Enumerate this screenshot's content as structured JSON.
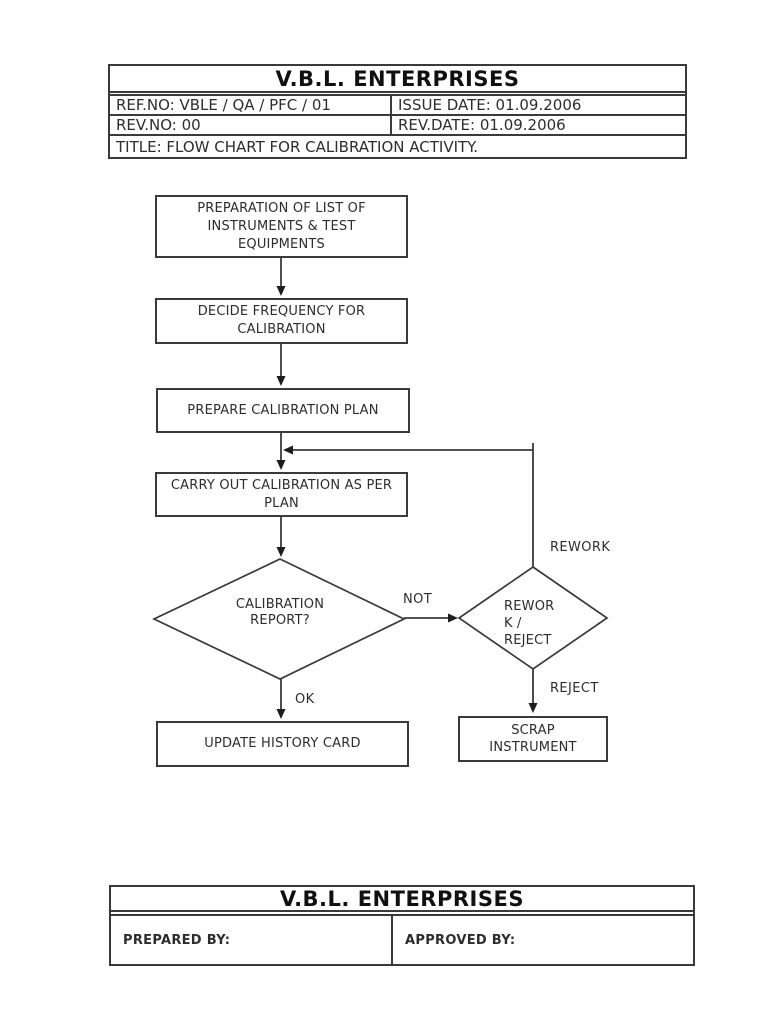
{
  "document": {
    "header": {
      "company": "V.B.L. ENTERPRISES",
      "ref_no": "REF.NO: VBLE / QA / PFC / 01",
      "issue_date": "ISSUE DATE: 01.09.2006",
      "rev_no": "REV.NO: 00",
      "rev_date": "REV.DATE: 01.09.2006",
      "title": "TITLE: FLOW CHART FOR CALIBRATION ACTIVITY."
    },
    "flowchart": {
      "step1": {
        "lines": [
          "PREPARATION OF LIST OF",
          "INSTRUMENTS & TEST",
          "EQUIPMENTS"
        ]
      },
      "step2": {
        "lines": [
          "DECIDE FREQUENCY FOR",
          "CALIBRATION"
        ]
      },
      "step3": {
        "lines": [
          "PREPARE CALIBRATION PLAN"
        ]
      },
      "step4": {
        "lines": [
          "CARRY OUT CALIBRATION AS PER",
          "PLAN"
        ]
      },
      "decision1": {
        "lines": [
          "CALIBRATION",
          "REPORT?"
        ]
      },
      "decision2": {
        "lines": [
          "REWOR",
          "K /",
          "REJECT"
        ]
      },
      "step5": {
        "lines": [
          "UPDATE HISTORY CARD"
        ]
      },
      "step6": {
        "lines": [
          "SCRAP",
          "INSTRUMENT"
        ]
      },
      "labels": {
        "not": "NOT",
        "ok": "OK",
        "rework": "REWORK",
        "reject": "REJECT"
      }
    },
    "footer": {
      "company": "V.B.L. ENTERPRISES",
      "prepared_by": "PREPARED BY:",
      "approved_by": "APPROVED BY:"
    },
    "colors": {
      "line": "#3a3a3a",
      "text": "#2d2d2d",
      "background": "#ffffff"
    }
  }
}
